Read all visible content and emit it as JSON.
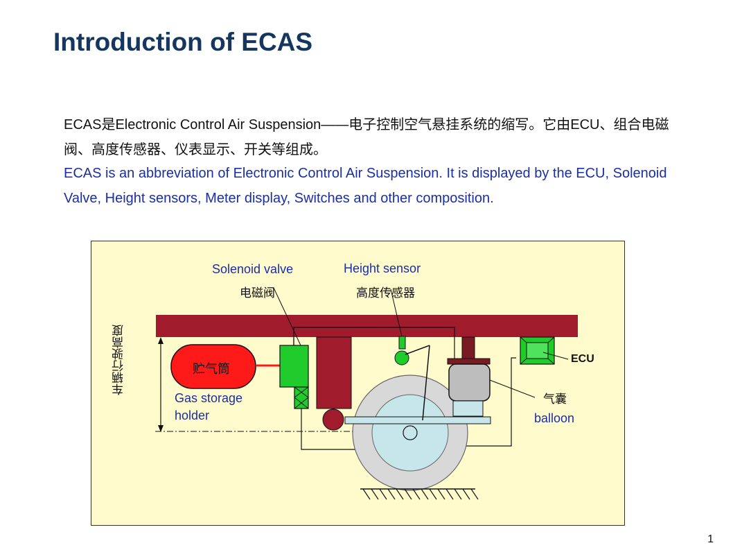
{
  "slide": {
    "title": "Introduction of ECAS",
    "para_zh": "ECAS是Electronic Control Air Suspension——电子控制空气悬挂系统的缩写。它由ECU、组合电磁阀、高度传感器、仪表显示、开关等组成。",
    "para_en": "ECAS is an abbreviation of Electronic Control Air Suspension. It is displayed by the ECU, Solenoid Valve, Height sensors, Meter display, Switches and other composition.",
    "page_number": "1"
  },
  "diagram": {
    "labels": {
      "solenoid_valve_en": "Solenoid valve",
      "solenoid_valve_zh": "电磁阀",
      "height_sensor_en": "Height sensor",
      "height_sensor_zh": "高度传感器",
      "gas_storage_zh": "贮气筒",
      "gas_storage_en_1": "Gas storage",
      "gas_storage_en_2": "holder",
      "ecu": "ECU",
      "balloon_zh": "气囊",
      "balloon_en": "balloon",
      "ride_height_zh": "车辆行驶高度"
    },
    "colors": {
      "background": "#fffbcd",
      "frame": "#a01c2c",
      "tank": "#ff1a1a",
      "valve": "#1fcc2c",
      "text_blue": "#1a2ea6"
    }
  }
}
